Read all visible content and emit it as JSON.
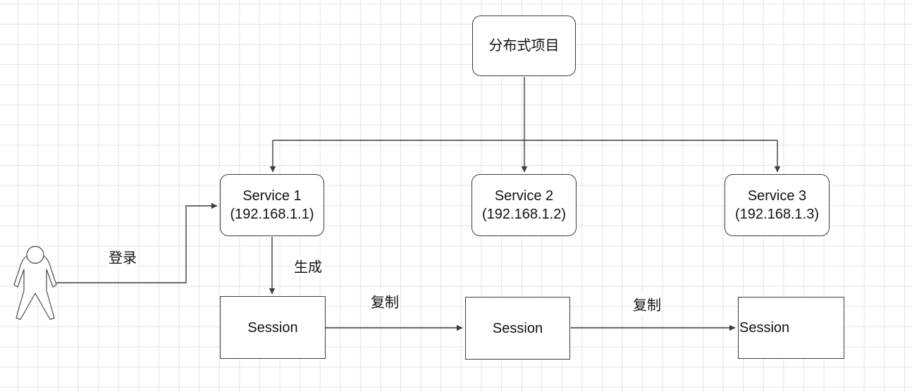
{
  "diagram": {
    "title_node": {
      "label": "分布式项目"
    },
    "services": [
      {
        "name": "Service 1",
        "ip": "(192.168.1.1)"
      },
      {
        "name": "Service 2",
        "ip": "(192.168.1.2)"
      },
      {
        "name": "Service 3",
        "ip": "(192.168.1.3)"
      }
    ],
    "sessions": [
      {
        "label": "Session"
      },
      {
        "label": "Session"
      },
      {
        "label": "Session"
      }
    ],
    "edge_labels": {
      "login": "登录",
      "generate": "生成",
      "copy1": "复制",
      "copy2": "复制"
    },
    "actor": {
      "description": "user-stick-figure"
    },
    "colors": {
      "stroke": "#3c3c3c",
      "actor_stroke": "#4a4a4a",
      "grid": "#e4e4e4",
      "background": "#ffffff",
      "text": "#111111"
    }
  }
}
